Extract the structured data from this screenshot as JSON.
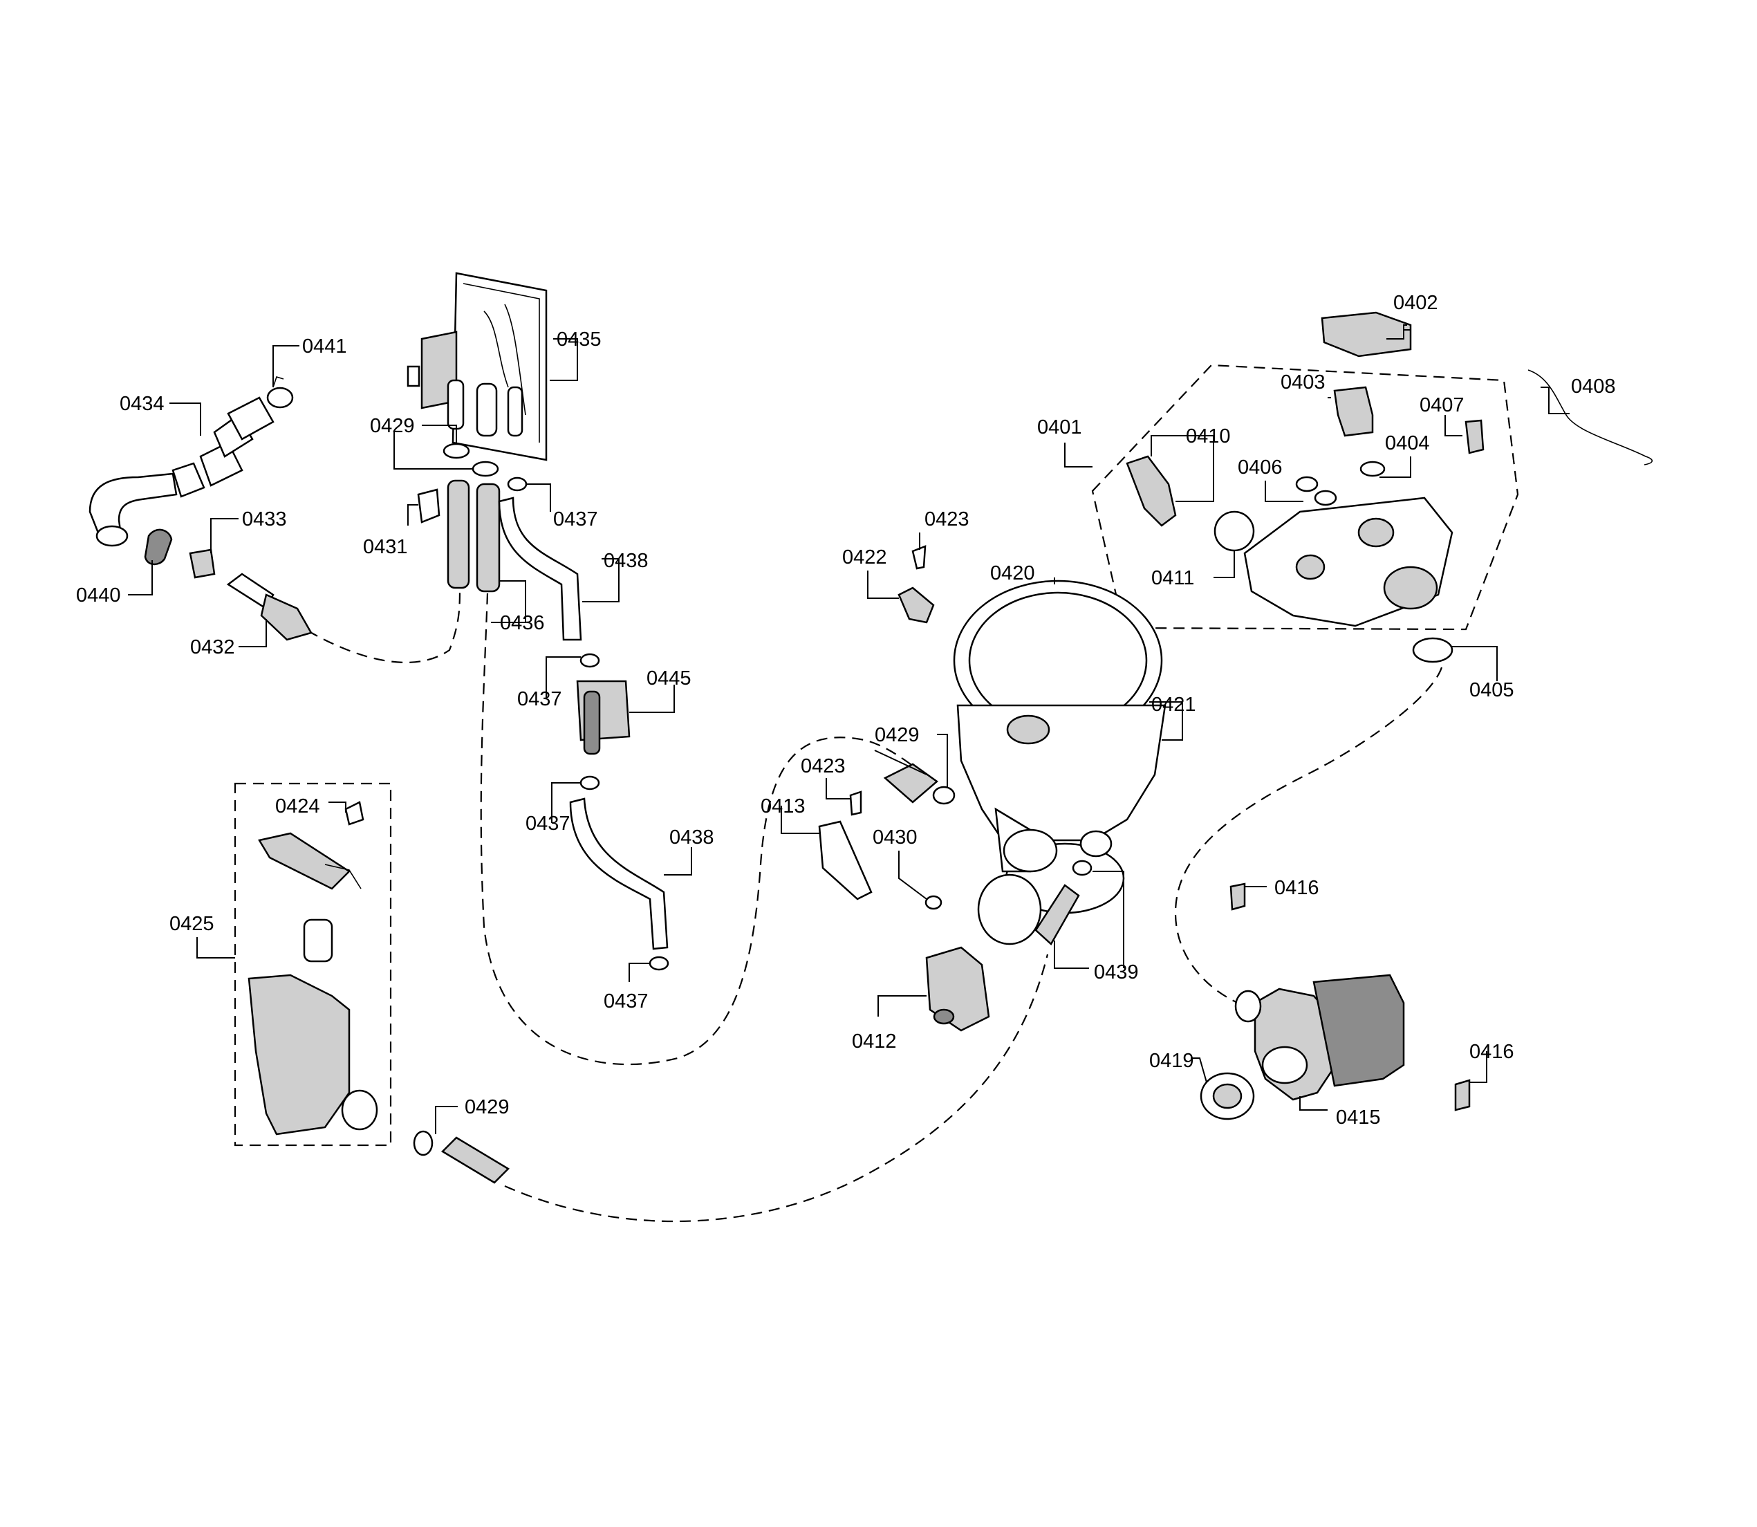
{
  "callouts": [
    {
      "id": "c0402",
      "text": "0402"
    },
    {
      "id": "c0408",
      "text": "0408"
    },
    {
      "id": "c0403",
      "text": "0403"
    },
    {
      "id": "c0407",
      "text": "0407"
    },
    {
      "id": "c0401",
      "text": "0401"
    },
    {
      "id": "c0410",
      "text": "0410"
    },
    {
      "id": "c0404",
      "text": "0404"
    },
    {
      "id": "c0406",
      "text": "0406"
    },
    {
      "id": "c0411",
      "text": "0411"
    },
    {
      "id": "c0405",
      "text": "0405"
    },
    {
      "id": "c0441",
      "text": "0441"
    },
    {
      "id": "c0434",
      "text": "0434"
    },
    {
      "id": "c0435",
      "text": "0435"
    },
    {
      "id": "c0429a",
      "text": "0429"
    },
    {
      "id": "c0437a",
      "text": "0437"
    },
    {
      "id": "c0431",
      "text": "0431"
    },
    {
      "id": "c0433",
      "text": "0433"
    },
    {
      "id": "c0440",
      "text": "0440"
    },
    {
      "id": "c0438a",
      "text": "0438"
    },
    {
      "id": "c0436",
      "text": "0436"
    },
    {
      "id": "c0432",
      "text": "0432"
    },
    {
      "id": "c0437b",
      "text": "0437"
    },
    {
      "id": "c0445",
      "text": "0445"
    },
    {
      "id": "c0437c",
      "text": "0437"
    },
    {
      "id": "c0438b",
      "text": "0438"
    },
    {
      "id": "c0437d",
      "text": "0437"
    },
    {
      "id": "c0423a",
      "text": "0423"
    },
    {
      "id": "c0422",
      "text": "0422"
    },
    {
      "id": "c0420",
      "text": "0420"
    },
    {
      "id": "c0421",
      "text": "0421"
    },
    {
      "id": "c0429b",
      "text": "0429"
    },
    {
      "id": "c0423b",
      "text": "0423"
    },
    {
      "id": "c0413",
      "text": "0413"
    },
    {
      "id": "c0430",
      "text": "0430"
    },
    {
      "id": "c0439",
      "text": "0439"
    },
    {
      "id": "c0412",
      "text": "0412"
    },
    {
      "id": "c0424",
      "text": "0424"
    },
    {
      "id": "c0425",
      "text": "0425"
    },
    {
      "id": "c0429c",
      "text": "0429"
    },
    {
      "id": "c0416a",
      "text": "0416"
    },
    {
      "id": "c0416b",
      "text": "0416"
    },
    {
      "id": "c0419",
      "text": "0419"
    },
    {
      "id": "c0415",
      "text": "0415"
    }
  ]
}
